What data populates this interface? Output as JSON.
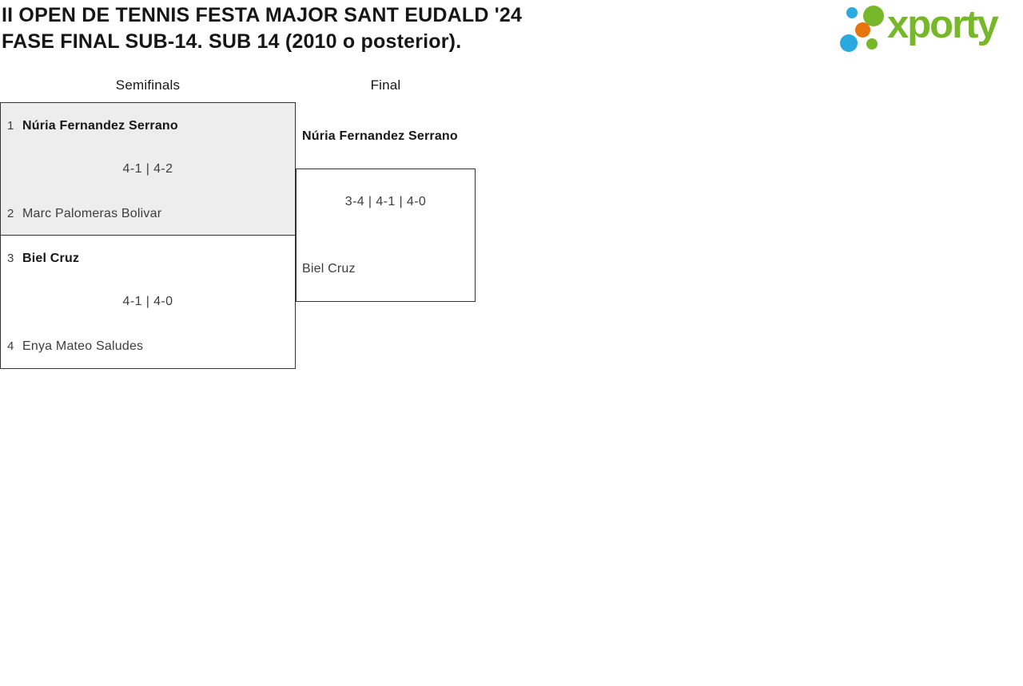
{
  "title": {
    "line1": "II OPEN DE TENNIS FESTA MAJOR SANT EUDALD '24",
    "line2": "FASE FINAL SUB-14. SUB 14 (2010 o posterior)."
  },
  "logo": {
    "text": "xporty",
    "dot_icons": [
      "blue-dot-small",
      "green-dot-large",
      "orange-dot",
      "blue-dot-large",
      "green-dot-small"
    ]
  },
  "rounds": {
    "semifinals_label": "Semifinals",
    "final_label": "Final"
  },
  "bracket": {
    "semifinal1": {
      "player1": {
        "seed": "1",
        "name": "Núria Fernandez Serrano",
        "winner": true
      },
      "score": "4-1 | 4-2",
      "player2": {
        "seed": "2",
        "name": "Marc Palomeras Bolivar",
        "winner": false
      },
      "highlighted": true
    },
    "semifinal2": {
      "player1": {
        "seed": "3",
        "name": "Biel Cruz",
        "winner": true
      },
      "score": "4-1 | 4-0",
      "player2": {
        "seed": "4",
        "name": "Enya Mateo Saludes",
        "winner": false
      },
      "highlighted": false
    },
    "final": {
      "player1": {
        "name": "Núria Fernandez Serrano",
        "winner": true
      },
      "score": "3-4 | 4-1 | 4-0",
      "player2": {
        "name": "Biel Cruz",
        "winner": false
      }
    }
  },
  "colors": {
    "logo_green": "#76B82A",
    "logo_blue": "#29A9E0",
    "logo_orange": "#E8740C",
    "box_border": "#333333",
    "highlight_bg": "#EDEDED"
  }
}
